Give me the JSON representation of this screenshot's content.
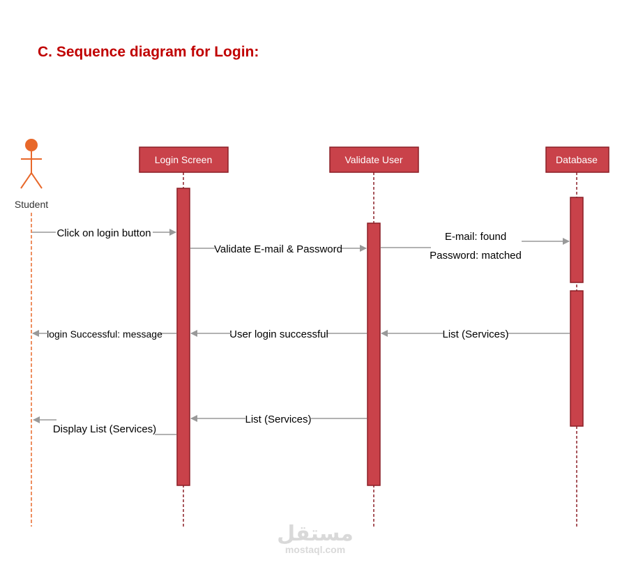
{
  "heading": "C. Sequence diagram for Login:",
  "actor": {
    "label": "Student"
  },
  "lifelines": [
    {
      "id": "login",
      "label": "Login Screen"
    },
    {
      "id": "validate",
      "label": "Validate User"
    },
    {
      "id": "db",
      "label": "Database"
    }
  ],
  "messages": {
    "m1": "Click on login button",
    "m2": "Validate E-mail & Password",
    "m3a": "E-mail: found",
    "m3b": "Password: matched",
    "m4": "List (Services)",
    "m5": "User login successful",
    "m6": "login Successful: message",
    "m7": "List (Services)",
    "m8": "Display List (Services)"
  },
  "watermark": {
    "arabic": "مستقل",
    "latin": "mostaql.com"
  },
  "colors": {
    "box": "#c9424a",
    "box_border": "#8b1f26",
    "actor": "#e8682a",
    "arrow": "#999999",
    "heading": "#c00000"
  }
}
